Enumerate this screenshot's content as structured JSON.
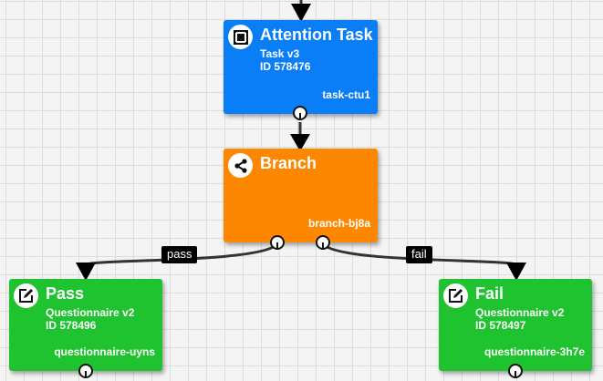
{
  "nodes": {
    "attention": {
      "title": "Attention Task",
      "line1": "Task v3",
      "line2": "ID 578476",
      "id": "task-ctu1",
      "icon": "task-image-icon",
      "color": "#0a7ef7"
    },
    "branch": {
      "title": "Branch",
      "id": "branch-bj8a",
      "icon": "share-icon",
      "color": "#fd8700"
    },
    "pass": {
      "title": "Pass",
      "line1": "Questionnaire v2",
      "line2": "ID 578496",
      "id": "questionnaire-uyns",
      "icon": "edit-icon",
      "color": "#1fc22f"
    },
    "fail": {
      "title": "Fail",
      "line1": "Questionnaire v2",
      "line2": "ID 578497",
      "id": "questionnaire-3h7e",
      "icon": "edit-icon",
      "color": "#1fc22f"
    }
  },
  "edges": {
    "pass_label": "pass",
    "fail_label": "fail"
  }
}
